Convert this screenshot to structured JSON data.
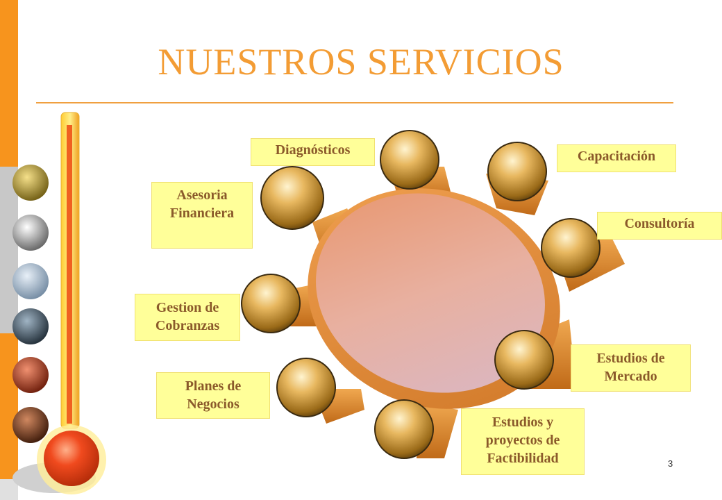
{
  "slide": {
    "title": "NUESTROS SERVICIOS",
    "page_number": "3"
  },
  "services": [
    {
      "key": "diagnosticos",
      "label": "Diagnósticos"
    },
    {
      "key": "capacitacion",
      "label": "Capacitación"
    },
    {
      "key": "asesoria",
      "label": "Asesoria\nFinanciera"
    },
    {
      "key": "consultoria",
      "label": "Consultoría"
    },
    {
      "key": "cobranzas",
      "label": "Gestion de\nCobranzas"
    },
    {
      "key": "mercado",
      "label": "Estudios de\nMercado"
    },
    {
      "key": "negocios",
      "label": "Planes de\nNegocios"
    },
    {
      "key": "factibilidad",
      "label": "Estudios y\nproyectos de\nFactibilidad"
    }
  ],
  "colors": {
    "accent_orange": "#f7941d",
    "title_orange": "#f39c34",
    "label_fill": "#ffff99",
    "label_text": "#8b5a2b",
    "gold": "#d9a13b"
  }
}
